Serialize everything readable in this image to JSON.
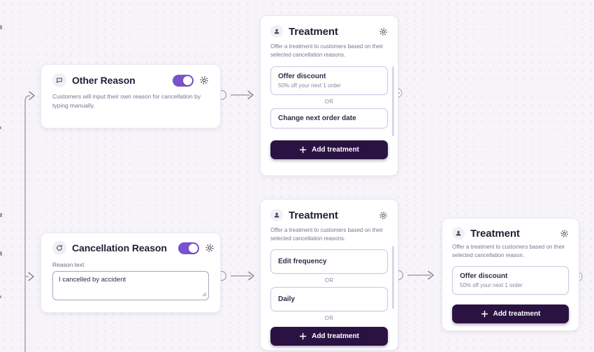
{
  "colors": {
    "canvas_background": "#f6f4f8",
    "accent_purple": "#7a52cc",
    "add_button_background": "#2a1343",
    "card_background": "#ffffff"
  },
  "icons": {
    "other_reason_badge": "chat-icon",
    "cancellation_reason_badge": "refresh-icon",
    "treatment_badge": "person-icon",
    "header_action": "gear-icon",
    "add_button": "plus-icon"
  },
  "nodes": {
    "other_reason": {
      "title": "Other Reason",
      "description": "Customers will input their own reason for cancellation by typing manually.",
      "toggle_on": true
    },
    "treatment_top": {
      "title": "Treatment",
      "description": "Offer a treatment to customers based on their selected cancellation reasons.",
      "options": [
        {
          "label": "Offer discount",
          "sublabel": "50% off your next 1 order"
        },
        {
          "label": "Change next order date"
        }
      ],
      "or_label": "OR",
      "add_button_label": "Add treatment"
    },
    "cancellation_reason": {
      "title": "Cancellation Reason",
      "toggle_on": true,
      "field_label": "Reason text",
      "field_value": "I cancelled by accident"
    },
    "treatment_bottom": {
      "title": "Treatment",
      "description": "Offer a treatment to customers based on their selected cancellation reasons.",
      "options": [
        {
          "label": "Edit frequency"
        },
        {
          "label": "Daily"
        }
      ],
      "or_label": "OR",
      "add_button_label": "Add treatment"
    },
    "treatment_right": {
      "title": "Treatment",
      "description": "Offer a treatment to customers based on their selected cancellation reason.",
      "options": [
        {
          "label": "Offer discount",
          "sublabel": "50% off your next 1 order"
        }
      ],
      "add_button_label": "Add treatment"
    }
  }
}
